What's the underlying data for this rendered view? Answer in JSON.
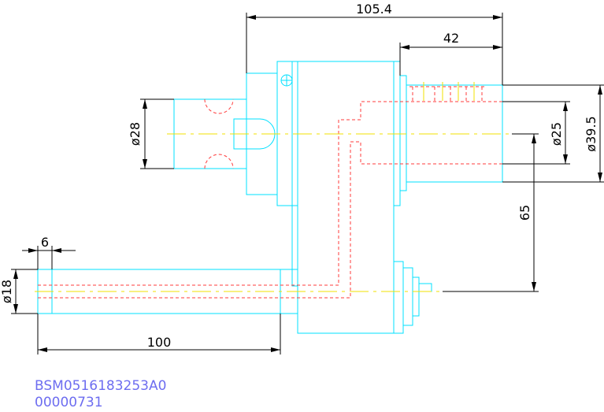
{
  "drawing": {
    "colors": {
      "outline": "#00e0ff",
      "hidden": "#ff3b3b",
      "center": "#f0e000",
      "dimension": "#000000",
      "label": "#6d6df0"
    },
    "dimensions": {
      "overall_length": "105.4",
      "spindle_length": "42",
      "bore_diameter": "ø25",
      "outer_diameter": "ø39.5",
      "shank_diameter": "ø28",
      "center_distance": "65",
      "tool_diameter": "ø18",
      "tool_offset": "6",
      "tool_length": "100"
    },
    "part_number": "BSM0516183253A0",
    "serial_number": "00000731"
  }
}
